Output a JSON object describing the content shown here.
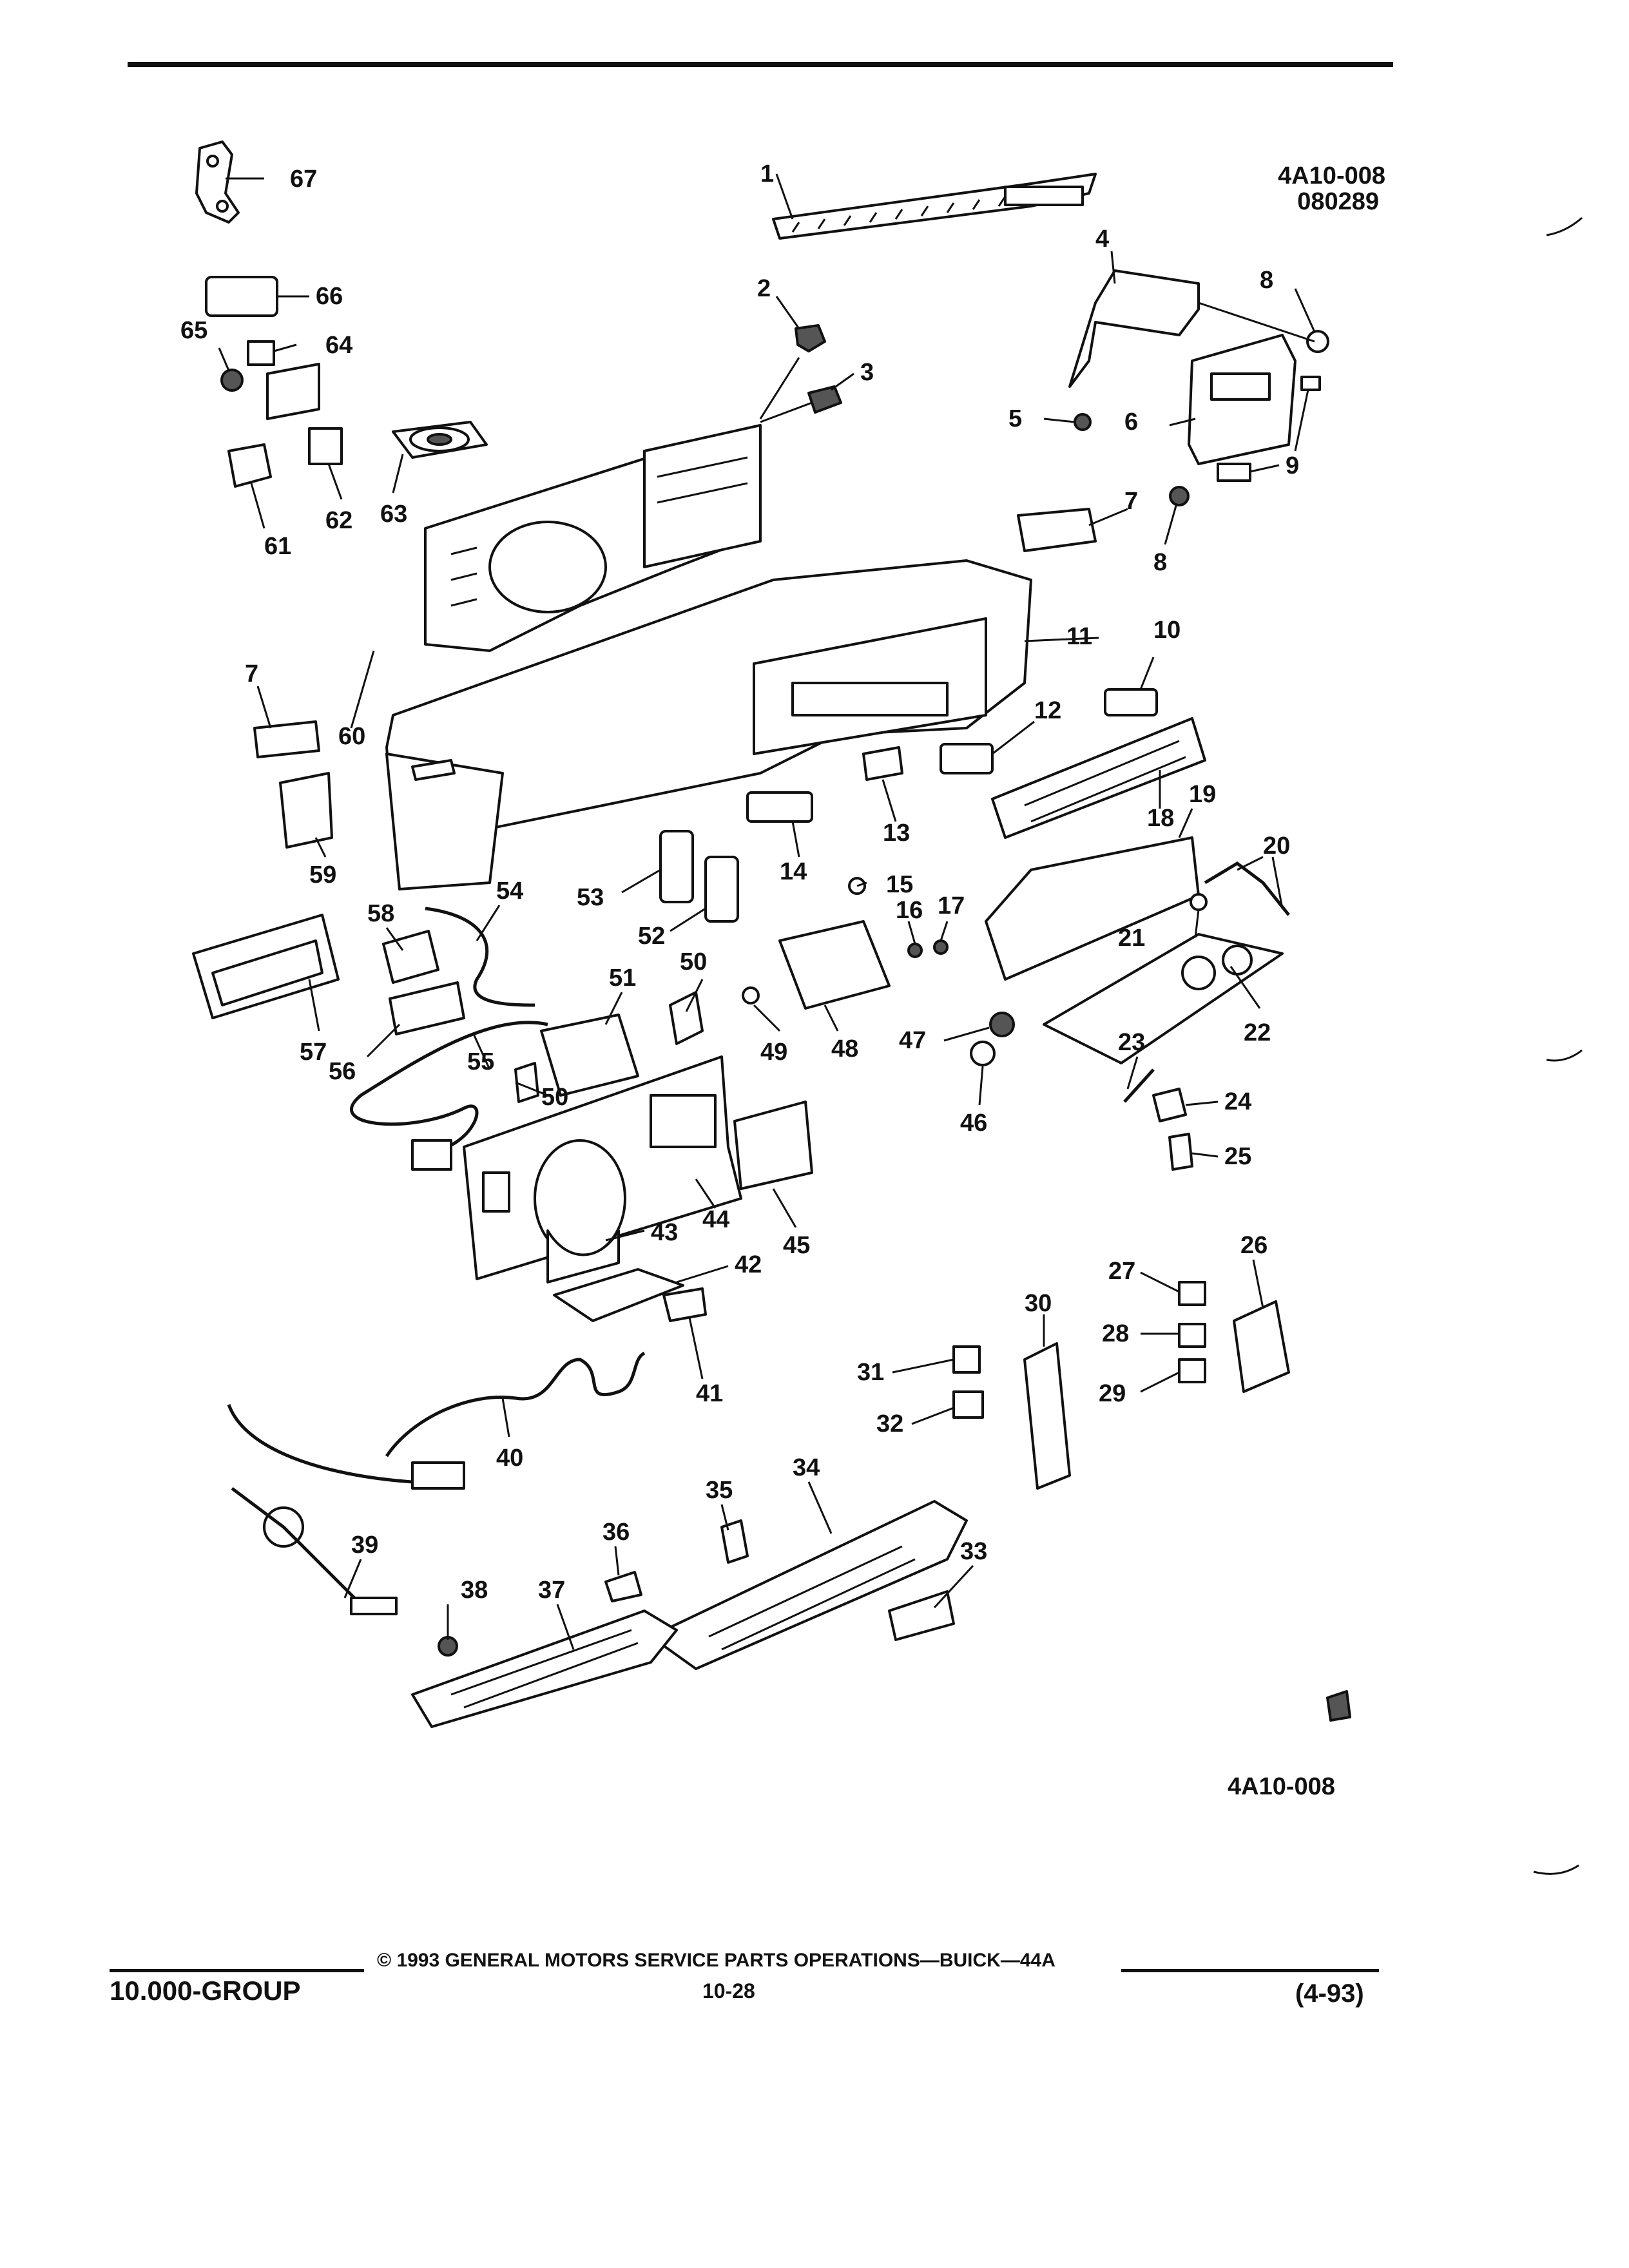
{
  "header": {
    "ref_code": "4A10-008",
    "ref_date": "080289"
  },
  "callouts": [
    "1",
    "2",
    "3",
    "4",
    "5",
    "6",
    "7",
    "8",
    "9",
    "10",
    "11",
    "12",
    "13",
    "14",
    "15",
    "16",
    "17",
    "18",
    "19",
    "20",
    "21",
    "22",
    "23",
    "24",
    "25",
    "26",
    "27",
    "28",
    "29",
    "30",
    "31",
    "32",
    "33",
    "34",
    "35",
    "36",
    "37",
    "38",
    "39",
    "40",
    "41",
    "42",
    "43",
    "44",
    "45",
    "46",
    "47",
    "48",
    "49",
    "50",
    "51",
    "52",
    "53",
    "54",
    "55",
    "56",
    "57",
    "58",
    "59",
    "60",
    "61",
    "62",
    "63",
    "64",
    "65",
    "66",
    "67"
  ],
  "figure_code": "4A10-008",
  "footer": {
    "group": "10.000-GROUP",
    "copyright": "© 1993 GENERAL MOTORS SERVICE PARTS OPERATIONS—BUICK—44A",
    "page": "10-28",
    "revision": "(4-93)"
  }
}
